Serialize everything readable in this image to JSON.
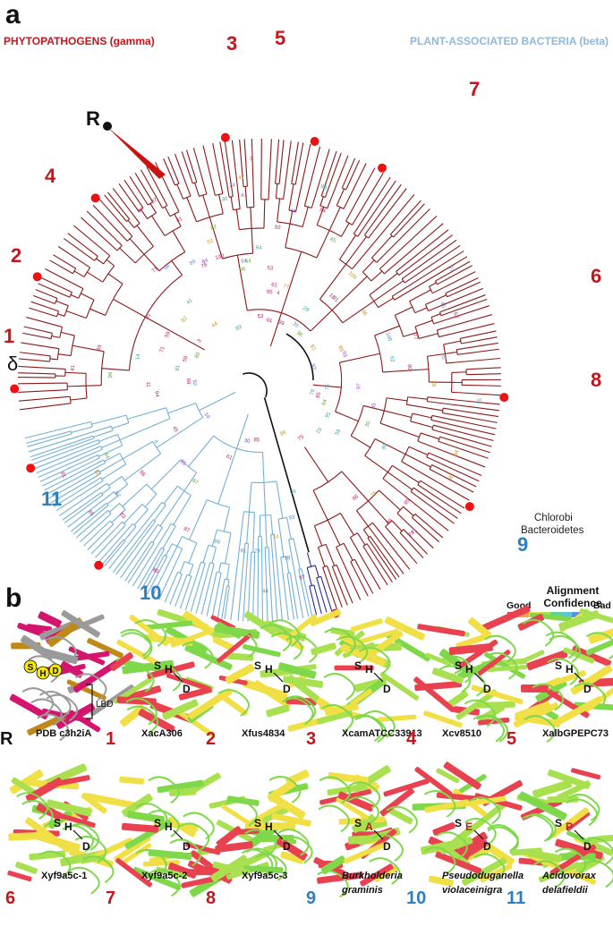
{
  "panel_a": {
    "label": "a",
    "header_left": "PHYTOPATHOGENS (gamma)",
    "header_right": "PLANT-ASSOCIATED BACTERIA (beta)",
    "colors": {
      "gamma": "#8b1a1a",
      "beta": "#74b0d8",
      "root": "#111111",
      "chlorobi": "#2b2b9a",
      "dot": "#ee1111",
      "marker_red": "#c4161c",
      "marker_blue": "#2f7fbf"
    },
    "markers_red": [
      "1",
      "2",
      "3",
      "4",
      "5",
      "6",
      "7",
      "8"
    ],
    "markers_blue": [
      "9",
      "10",
      "11"
    ],
    "marker_R": "R",
    "marker_delta": "δ",
    "chlorobi_label_1": "Chlorobi",
    "chlorobi_label_2": "Bacteroidetes",
    "bootstrap": [
      "100",
      "99",
      "98",
      "97",
      "96",
      "95",
      "94",
      "93",
      "92",
      "91",
      "89",
      "88",
      "87",
      "86",
      "85",
      "84",
      "83",
      "82",
      "81",
      "80",
      "78",
      "77",
      "75",
      "74",
      "71",
      "64",
      "62",
      "61",
      "59",
      "53",
      "47",
      "45",
      "44",
      "41",
      "35",
      "30",
      "29",
      "15",
      "14",
      "11",
      "4",
      "3"
    ]
  },
  "panel_b": {
    "label": "b",
    "legend": {
      "title_1": "Alignment",
      "title_2": "Confidence",
      "good": "Good",
      "bad": "Bad",
      "colors": [
        "#e8414f",
        "#f5a04a",
        "#f0e046",
        "#a8e050",
        "#5fd29a",
        "#5cc8d8",
        "#5b8fe0",
        "#9a55d6"
      ]
    },
    "reference": {
      "caption": "PDB c3h2iA",
      "marker": "R",
      "lbd": "LBD",
      "res_s": "S",
      "res_h": "H",
      "res_d": "D"
    },
    "structures": [
      {
        "num": "1",
        "name": "XacA306",
        "italic": false,
        "l1": "S",
        "l2": "H",
        "l3": "D",
        "num_color": "red"
      },
      {
        "num": "2",
        "name": "Xfus4834",
        "italic": false,
        "l1": "S",
        "l2": "H",
        "l3": "D",
        "num_color": "red"
      },
      {
        "num": "3",
        "name": "XcamATCC33913",
        "italic": false,
        "l1": "S",
        "l2": "H",
        "l3": "D",
        "num_color": "red"
      },
      {
        "num": "4",
        "name": "Xcv8510",
        "italic": false,
        "l1": "S",
        "l2": "H",
        "l3": "D",
        "num_color": "red"
      },
      {
        "num": "5",
        "name": "XalbGPEPC73",
        "italic": false,
        "l1": "S",
        "l2": "H",
        "l3": "D",
        "num_color": "red"
      },
      {
        "num": "6",
        "name": "Xyf9a5c-1",
        "italic": false,
        "l1": "S",
        "l2": "H",
        "l3": "D",
        "num_color": "red"
      },
      {
        "num": "7",
        "name": "Xyf9a5c-2",
        "italic": false,
        "l1": "S",
        "l2": "H",
        "l3": "D",
        "num_color": "red"
      },
      {
        "num": "8",
        "name": "Xyf9a5c-3",
        "italic": false,
        "l1": "S",
        "l2": "H",
        "l3": "D",
        "num_color": "red"
      },
      {
        "num": "9",
        "name": "Burkholderia",
        "name2": "graminis",
        "italic": true,
        "l1": "S",
        "l2": "A",
        "l3": "D",
        "num_color": "blue"
      },
      {
        "num": "10",
        "name": "Pseudoduganella",
        "name2": "violaceinigra",
        "italic": true,
        "l1": "S",
        "l2": "E",
        "l3": "D",
        "num_color": "blue"
      },
      {
        "num": "11",
        "name": "Acidovorax",
        "name2": "delafieldii",
        "italic": true,
        "l1": "S",
        "l2": "P",
        "l3": "D",
        "num_color": "blue"
      }
    ]
  }
}
